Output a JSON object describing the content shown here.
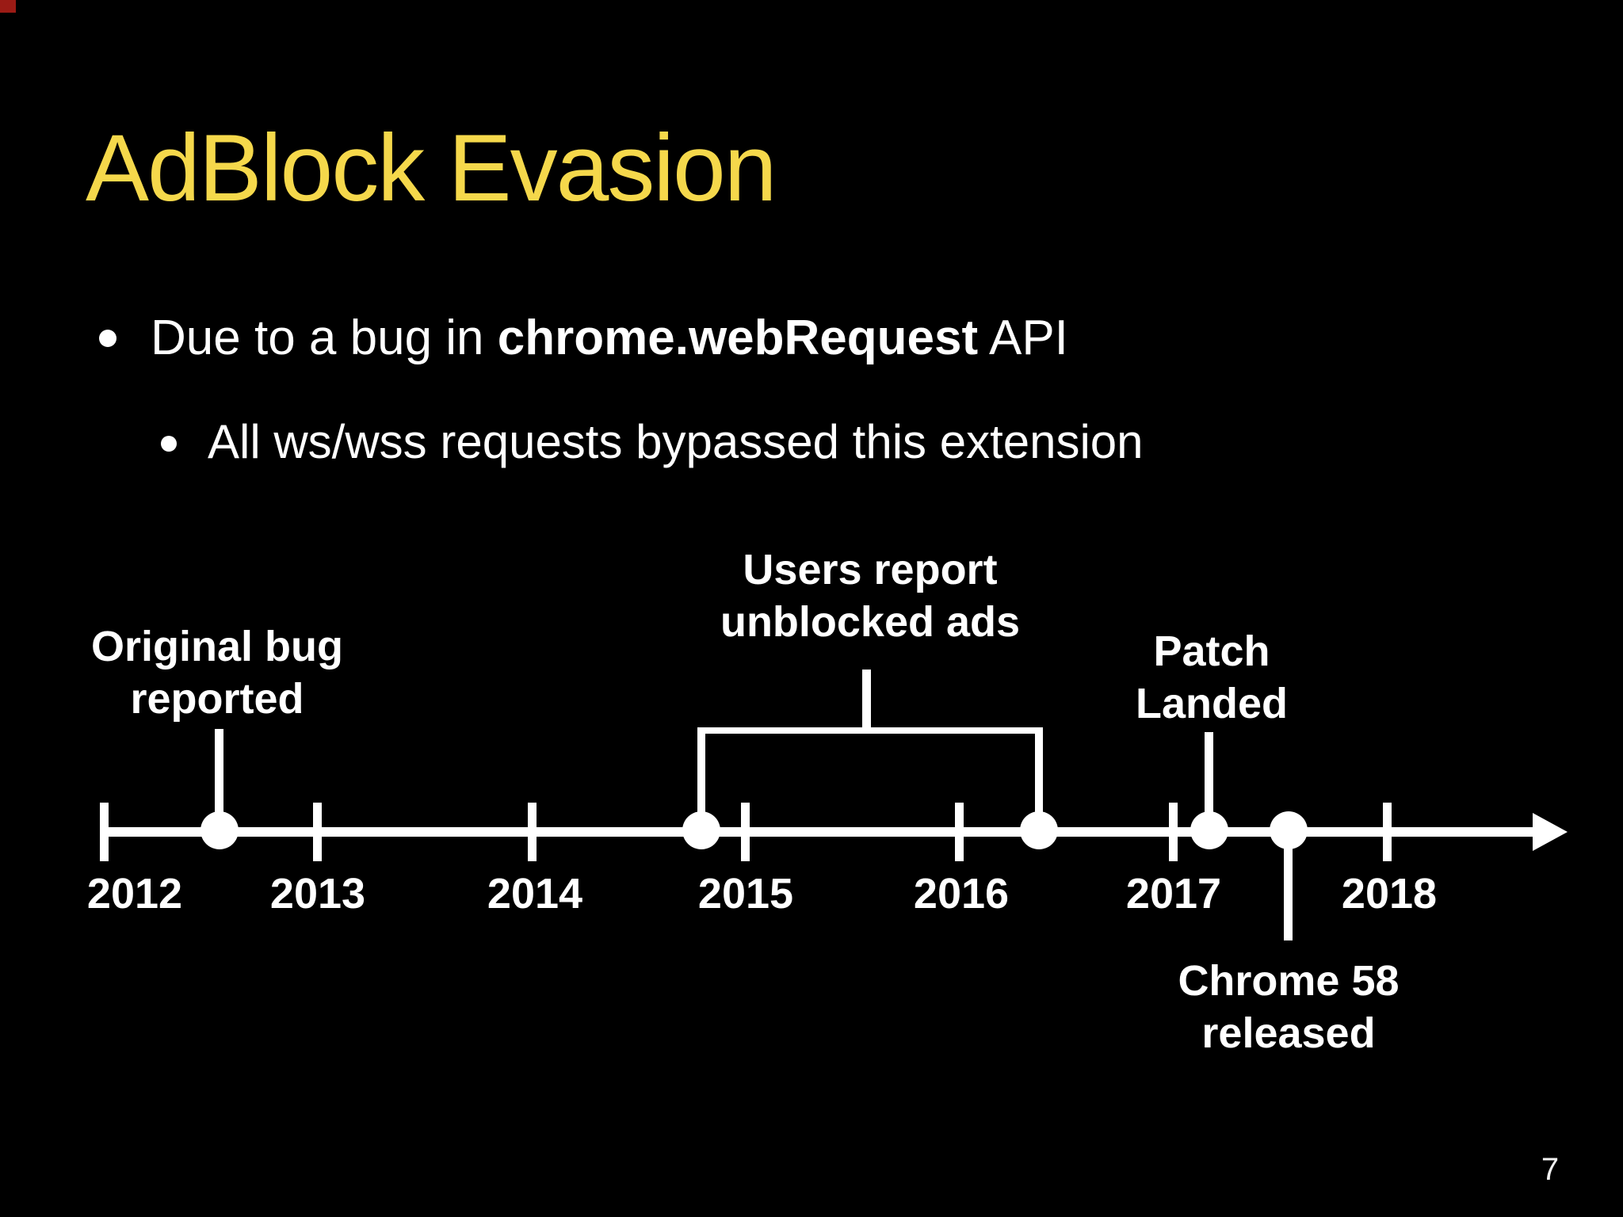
{
  "slide": {
    "title": "AdBlock Evasion",
    "page_number": "7",
    "background_color": "#000000",
    "title_color": "#f5d84b",
    "text_color": "#ffffff",
    "red_corner_color": "#9b1b15"
  },
  "bullets": {
    "b1_pre": "Due to a bug in ",
    "b1_bold": "chrome.webRequest",
    "b1_post": " API",
    "b2": "All ws/wss requests bypassed this extension"
  },
  "timeline": {
    "years": [
      {
        "label": "2012"
      },
      {
        "label": "2013"
      },
      {
        "label": "2014"
      },
      {
        "label": "2015"
      },
      {
        "label": "2016"
      },
      {
        "label": "2017"
      },
      {
        "label": "2018"
      }
    ],
    "events": [
      {
        "line1": "Original bug",
        "line2": "reported",
        "marker_year": 2012.5
      },
      {
        "line1": "Users report",
        "line2": "unblocked ads",
        "marker_year_start": 2014.8,
        "marker_year_end": 2016.4
      },
      {
        "line1": "Patch",
        "line2": "Landed",
        "marker_year": 2017.2
      },
      {
        "line1": "Chrome 58",
        "line2": "released",
        "marker_year": 2017.5
      }
    ]
  }
}
